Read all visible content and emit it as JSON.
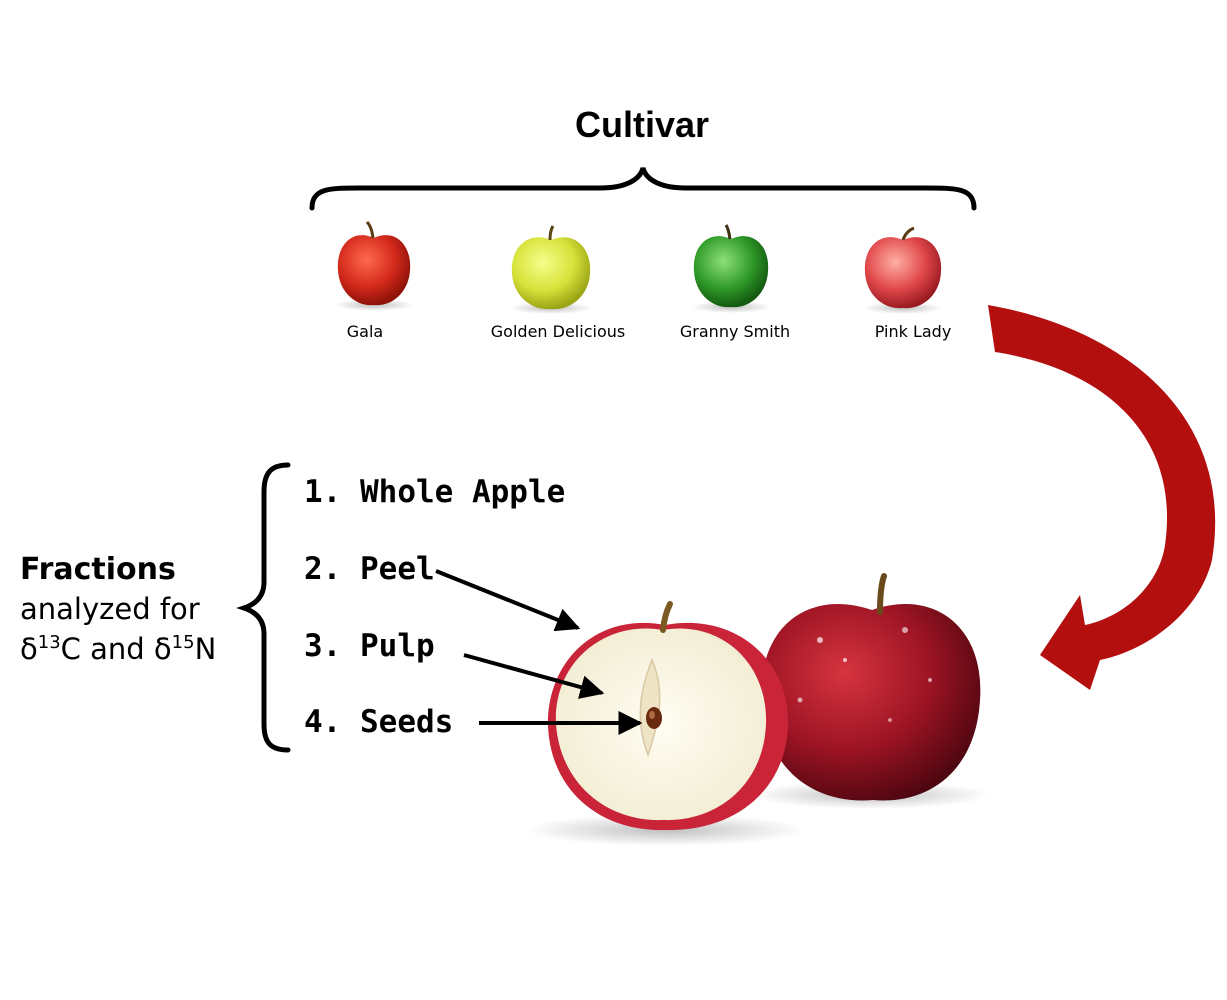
{
  "header": {
    "title": "Cultivar"
  },
  "cultivars": [
    {
      "name": "Gala",
      "color": "#d42a1c"
    },
    {
      "name": "Golden Delicious",
      "color": "#d7e23a"
    },
    {
      "name": "Granny Smith",
      "color": "#2f9a28"
    },
    {
      "name": "Pink Lady",
      "color": "#e0474a"
    }
  ],
  "fractions": {
    "heading": "Fractions",
    "line2": "analyzed for",
    "delta_symbol": "δ",
    "isotope1_mass": "13",
    "isotope1_element": "C",
    "conjunction": "and",
    "isotope2_mass": "15",
    "isotope2_element": "N",
    "items": [
      "1. Whole Apple",
      "2. Peel",
      "3. Pulp",
      "4. Seeds"
    ]
  },
  "colors": {
    "flow_arrow": "#b30f0f",
    "apple_red": "#9e1424",
    "flesh": "#f8f4e6"
  }
}
